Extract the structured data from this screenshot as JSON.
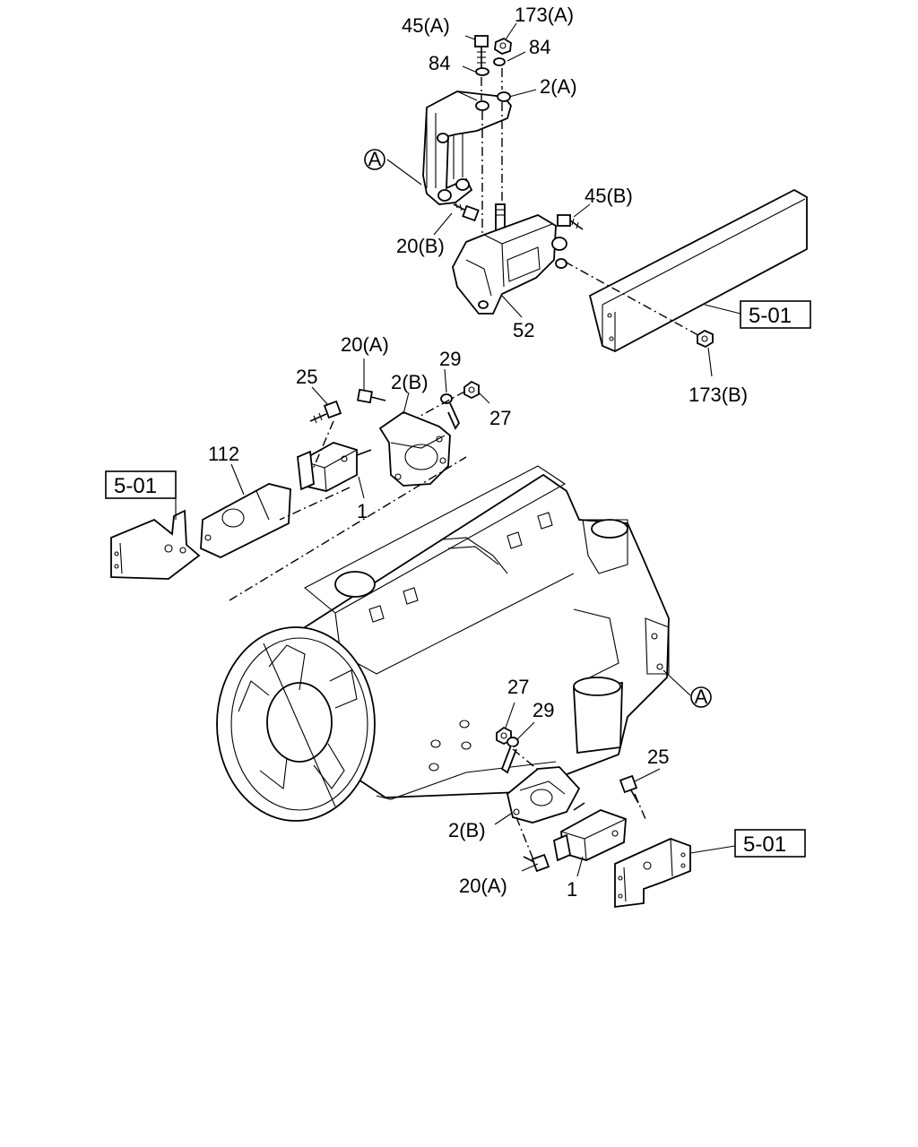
{
  "callouts": {
    "bolt_45a": "45(A)",
    "nut_173a": "173(A)",
    "washer_84_left": "84",
    "washer_84_right": "84",
    "bracket_2a": "2(A)",
    "bolt_45b": "45(B)",
    "bolt_20b": "20(B)",
    "mount_52": "52",
    "nut_173b": "173(B)",
    "bolt_20a_top": "20(A)",
    "bolt_25_top": "25",
    "washer_29_top": "29",
    "bracket_2b_top": "2(B)",
    "nut_27_top": "27",
    "plate_112": "112",
    "mount_1_top": "1",
    "nut_27_bottom": "27",
    "washer_29_bottom": "29",
    "bolt_25_bottom": "25",
    "bracket_2b_bottom": "2(B)",
    "bolt_20a_bottom": "20(A)",
    "mount_1_bottom": "1"
  },
  "references": {
    "frame_top_right": "5-01",
    "frame_left": "5-01",
    "frame_bottom_right": "5-01"
  },
  "markers": {
    "a_top": "A",
    "a_bottom": "A"
  }
}
